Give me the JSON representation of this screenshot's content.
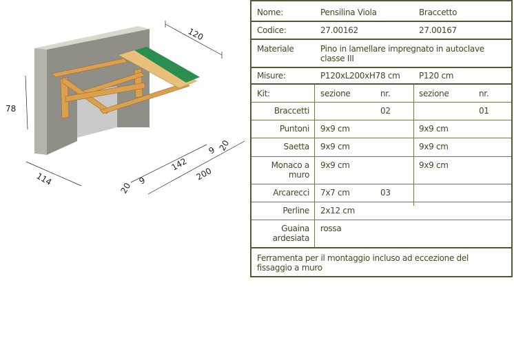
{
  "drawing": {
    "dim_depth": "120",
    "dim_height": "78",
    "dim_wall": "114",
    "dim_left_offset": "20",
    "dim_left_post": "9",
    "dim_span": "142",
    "dim_right_post": "9",
    "dim_right_offset": "20",
    "dim_total": "200"
  },
  "table": {
    "nome_label": "Nome:",
    "nome_value": "Pensilina Viola",
    "nome_value2": "Braccetto",
    "codice_label": "Codice:",
    "codice_value": "27.00162",
    "codice_value2": "27.00167",
    "materiale_label": "Materiale",
    "materiale_value": "Pino in lamellare impregnato in autoclave classe III",
    "misure_label": "Misure:",
    "misure_value": "P120xL200xH78 cm",
    "misure_value2": "P120 cm",
    "kit_label": "Kit:",
    "col_sezione": "sezione",
    "col_nr": "nr.",
    "rows": [
      {
        "label": "Braccetti",
        "sez1": "",
        "nr1": "02",
        "sez2": "",
        "nr2": "01"
      },
      {
        "label": "Puntoni",
        "sez1": "9x9 cm",
        "nr1": "",
        "sez2": "9x9 cm",
        "nr2": ""
      },
      {
        "label": "Saetta",
        "sez1": "9x9 cm",
        "nr1": "",
        "sez2": "9x9 cm",
        "nr2": ""
      },
      {
        "label": "Monaco a muro",
        "sez1": "9x9 cm",
        "nr1": "",
        "sez2": "9x9 cm",
        "nr2": ""
      },
      {
        "label": "Arcarecci",
        "sez1": "7x7 cm",
        "nr1": "03",
        "sez2": "",
        "nr2": ""
      },
      {
        "label": "Perline",
        "sez1": "2x12 cm",
        "nr1": "",
        "sez2": "",
        "nr2": ""
      },
      {
        "label": "Guaina ardesiata",
        "sez1": "rossa",
        "nr1": "",
        "sez2": "",
        "nr2": ""
      }
    ],
    "footer": "Ferramenta per il montaggio incluso ad eccezione del fissaggio a muro"
  }
}
